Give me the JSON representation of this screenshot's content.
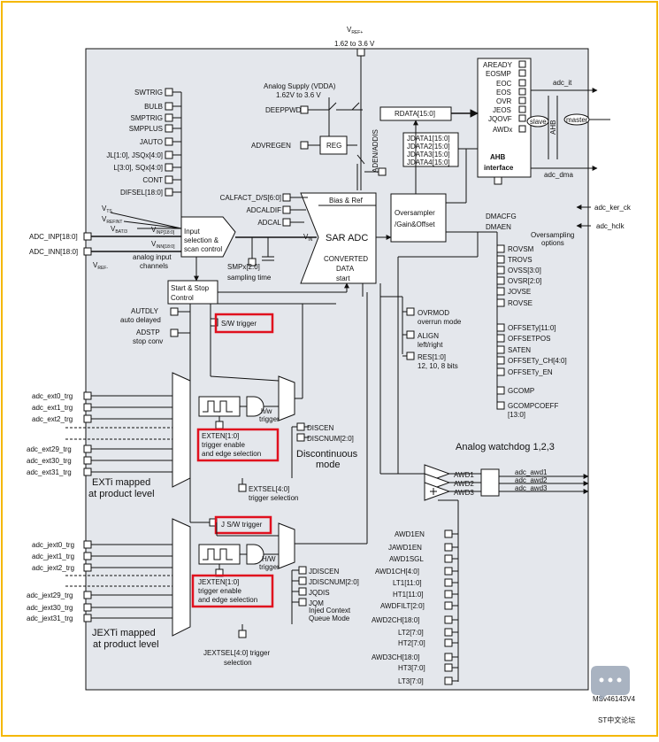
{
  "diagram": {
    "vref_plus": "V",
    "vref_plus_sub": "REF+",
    "vref_range": "1.62 to 3.6 V",
    "analog_supply": "Analog Supply (VDDA)",
    "analog_supply_range": "1.62V to 3.6 V",
    "left_controls": [
      "SWTRIG",
      "BULB",
      "SMPTRIG",
      "SMPPLUS",
      "JAUTO",
      "JL[1:0], JSQx[4:0]",
      "L[3:0], SQx[4:0]",
      "CONT",
      "DIFSEL[18:0]"
    ],
    "deeppwd": "DEEPPWD",
    "advregen": "ADVREGEN",
    "reg": "REG",
    "adc_en_dis": "ADEN/ADDIS",
    "calfact": "CALFACT_D/S[6:0]",
    "adcaldif": "ADCALDIF",
    "adcal": "ADCAL",
    "bias_ref": "Bias & Ref",
    "sar_adc": "SAR ADC",
    "converted_data": "CONVERTED",
    "converted_data2": "DATA",
    "start_label": "start",
    "vin": "V",
    "vin_sub": "IN",
    "input_sel": [
      "Input",
      "selection &",
      "scan control"
    ],
    "vts": "V",
    "vts_sub": "TS",
    "vrefint": "V",
    "vrefint_sub": "REFINT",
    "vbat": "V",
    "vbat_sub": "BAT/3",
    "vinp": "V",
    "vinp_sub": "INP[18:0]",
    "vinn": "V",
    "vinn_sub": "INN[18:0]",
    "vref_minus": "V",
    "vref_minus_sub": "REF-",
    "adc_inp": "ADC_INP[18:0]",
    "adc_inn": "ADC_INN[18:0]",
    "analog_input": "analog input",
    "channels": "channels",
    "smpx": "SMPx[2:0]",
    "sampling_time": "sampling time",
    "start_stop": [
      "Start & Stop",
      "Control"
    ],
    "autdly": "AUTDLY",
    "auto_delayed": "auto delayed",
    "adstp": "ADSTP",
    "stop_conv": "stop conv",
    "sw_trigger": "S/W trigger",
    "j_sw_trigger": "J S/W trigger",
    "hw_trigger": "h/w",
    "hw_trigger2": "trigger",
    "jhw_trigger": "H/W",
    "jhw_trigger2": "trigger",
    "ext_inputs": [
      "adc_ext0_trg",
      "adc_ext1_trg",
      "adc_ext2_trg",
      "adc_ext29_trg",
      "adc_ext30_trg",
      "adc_ext31_trg"
    ],
    "jext_inputs": [
      "adc_jext0_trg",
      "adc_jext1_trg",
      "adc_jext2_trg",
      "adc_jext29_trg",
      "adc_jext30_trg",
      "adc_jext31_trg"
    ],
    "exti_mapped": [
      "EXTi mapped",
      "at product level"
    ],
    "jexti_mapped": [
      "JEXTi mapped",
      "at product level"
    ],
    "exten": [
      "EXTEN[1:0]",
      "trigger enable",
      "and edge selection"
    ],
    "jexten": [
      "JEXTEN[1:0]",
      "trigger enable",
      "and edge selection"
    ],
    "discen": "DISCEN",
    "discnum": "DISCNUM[2:0]",
    "discontinuous": [
      "Discontinuous",
      "mode"
    ],
    "extsel": "EXTSEL[4:0]",
    "trigger_selection": "trigger selection",
    "jextsel": [
      "JEXTSEL[4:0] trigger",
      "selection"
    ],
    "jdiscen": "JDISCEN",
    "jdiscnum": "JDISCNUM[2:0]",
    "jqdis": "JQDIS",
    "jqm": "JQM",
    "injected_queue": [
      "Injed Context",
      "Queue Mode"
    ],
    "ahb_flags": [
      "AREADY",
      "EOSMP",
      "EOC",
      "EOS",
      "OVR",
      "JEOS",
      "JQOVF",
      "AWDx"
    ],
    "adc_it": "adc_it",
    "adc_dma": "adc_dma",
    "ahb_label": "AHB",
    "ahb_interface": "interface",
    "slave": "slave",
    "master": "master",
    "ahb_bus": "AHB",
    "rdata": "RDATA[15:0]",
    "jdata": [
      "JDATA1[15:0]",
      "JDATA2[15:0]",
      "JDATA3[15:0]",
      "JDATA4[15:0]"
    ],
    "dmacfg": "DMACFG",
    "dmaen": "DMAEN",
    "adc_ker_ck": "adc_ker_ck",
    "adc_hclk": "adc_hclk",
    "oversampler": [
      "Oversampler",
      "/Gain&Offset"
    ],
    "oversampling_options": [
      "Oversampling",
      "options"
    ],
    "ovs_controls": [
      "ROVSM",
      "TROVS",
      "OVSS[3:0]",
      "OVSR[2:0]",
      "JOVSE",
      "ROVSE"
    ],
    "offset_controls": [
      "OFFSETy[11:0]",
      "OFFSETPOS",
      "SATEN",
      "OFFSETy_CH[4:0]",
      "OFFSETy_EN"
    ],
    "gcomp": "GCOMP",
    "gcompcoeff": [
      "GCOMPCOEFF",
      "[13:0]"
    ],
    "ovrmod": "OVRMOD",
    "overrun_mode": "overrun mode",
    "align": "ALIGN",
    "left_right": "left/right",
    "res": "RES[1:0]",
    "res_bits": "12, 10, 8 bits",
    "analog_watchdog": "Analog watchdog 1,2,3",
    "awd": [
      "AWD1",
      "AWD2",
      "AWD3"
    ],
    "adc_awd": [
      "adc_awd1",
      "adc_awd2",
      "adc_awd3"
    ],
    "awd_controls": [
      "AWD1EN",
      "JAWD1EN",
      "AWD1SGL",
      "AWD1CH[4:0]",
      "LT1[11:0]",
      "HT1[11:0]",
      "AWDFILT[2:0]",
      "AWD2CH[18:0]",
      "LT2[7:0]",
      "HT2[7:0]",
      "AWD3CH[18:0]",
      "HT3[7:0]",
      "LT3[7:0]"
    ],
    "part_number": "MSv46143V4",
    "watermark": "ST中文论坛",
    "colors": {
      "highlight": "#e0101e",
      "block_fill": "#e4e7ec",
      "frame": "#f5b800"
    }
  }
}
